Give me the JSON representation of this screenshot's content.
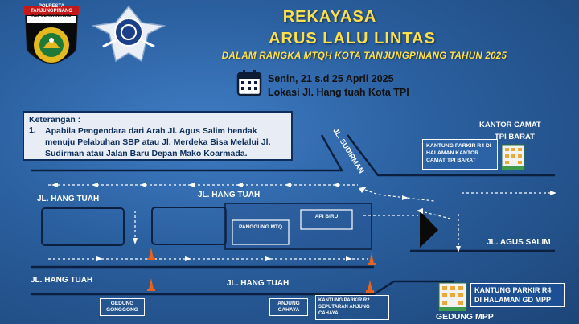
{
  "header": {
    "police_badge_top": "POLRESTA TANJUNGPINANG",
    "police_badge_bottom": "KEPULAUAN RIAU",
    "title_line1": "REKAYASA",
    "title_line2": "ARUS LALU LINTAS",
    "subtitle": "DALAM RANGKA MTQH KOTA TANJUNGPINANG TAHUN 2025",
    "date": "Senin, 21 s.d 25 April 2025",
    "location": "Lokasi Jl. Hang tuah Kota TPI"
  },
  "keterangan": {
    "title": "Keterangan :",
    "number": "1.",
    "text": "Apabila Pengendara dari Arah Jl. Agus Salim hendak menuju Pelabuhan SBP atau Jl. Merdeka Bisa Melalui Jl. Sudirman atau Jalan Baru Depan Mako Koarmada."
  },
  "roads": {
    "sudirman": "JL. SUDIRMAN",
    "hang_tuah_left_upper": "JL. HANG TUAH",
    "hang_tuah_center_upper": "JL. HANG TUAH",
    "hang_tuah_left_lower": "JL. HANG TUAH",
    "hang_tuah_center_lower": "JL. HANG TUAH",
    "agus_salim": "JL. AGUS SALIM"
  },
  "places": {
    "kantor_camat_line1": "KANTOR CAMAT",
    "kantor_camat_line2": "TPI BARAT",
    "panggung": "PANGGUNG MTQ",
    "api_biru": "API BIRU",
    "gedung_gonggong": "GEDUNG GONGGONG",
    "anjung_cahaya": "ANJUNG CAHAYA",
    "gedung_mpp": "GEDUNG MPP"
  },
  "parking": {
    "camat": "KANTUNG PARKIR R4 DI HALAMAN KANTOR CAMAT TPI BARAT",
    "anjung": "KANTUNG PARKIR R2 SEPUTARAN ANJUNG CAHAYA",
    "mpp_line1": "KANTUNG PARKIR R4",
    "mpp_line2": "DI HALAMAN GD MPP"
  },
  "colors": {
    "title": "#ffe04a",
    "road_line": "#0b1f3f",
    "cone": "#e8641e"
  }
}
